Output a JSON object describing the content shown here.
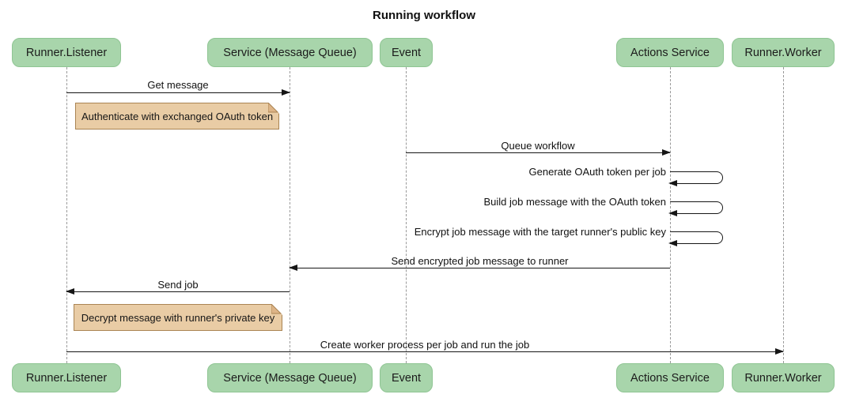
{
  "title": "Running workflow",
  "participants": [
    {
      "label": "Runner.Listener"
    },
    {
      "label": "Service (Message Queue)"
    },
    {
      "label": "Event"
    },
    {
      "label": "Actions Service"
    },
    {
      "label": "Runner.Worker"
    }
  ],
  "messages": {
    "get_message": "Get message",
    "queue_workflow": "Queue workflow",
    "generate_token": "Generate OAuth token per job",
    "build_job_message": "Build job message with the OAuth token",
    "encrypt_job_message": "Encrypt job message with the target runner's public key",
    "send_encrypted": "Send encrypted job message to runner",
    "send_job": "Send job",
    "create_worker": "Create worker process per job and run the job"
  },
  "notes": {
    "authenticate": "Authenticate with exchanged OAuth token",
    "decrypt": "Decrypt message with runner's private key"
  },
  "colors": {
    "actor_fill": "#a8d5ab",
    "actor_border": "#8fc593",
    "note_fill": "#e9cca5",
    "note_border": "#aa8453",
    "lifeline": "#999999",
    "arrow": "#161616",
    "background": "#ffffff"
  }
}
